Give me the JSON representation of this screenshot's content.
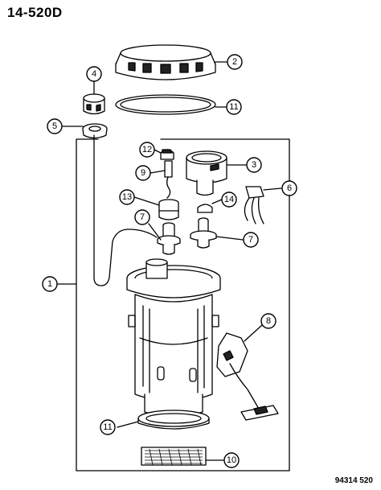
{
  "header": {
    "title": "14-520D"
  },
  "footer": {
    "figure_code": "94314 520"
  },
  "callouts": [
    {
      "id": "1",
      "label": "1"
    },
    {
      "id": "2",
      "label": "2"
    },
    {
      "id": "3",
      "label": "3"
    },
    {
      "id": "4",
      "label": "4"
    },
    {
      "id": "5",
      "label": "5"
    },
    {
      "id": "6",
      "label": "6"
    },
    {
      "id": "7a",
      "label": "7"
    },
    {
      "id": "7b",
      "label": "7"
    },
    {
      "id": "8",
      "label": "8"
    },
    {
      "id": "9",
      "label": "9"
    },
    {
      "id": "10",
      "label": "10"
    },
    {
      "id": "11a",
      "label": "11"
    },
    {
      "id": "11b",
      "label": "11"
    },
    {
      "id": "12",
      "label": "12"
    },
    {
      "id": "13",
      "label": "13"
    },
    {
      "id": "14",
      "label": "14"
    }
  ],
  "colors": {
    "line": "#000000",
    "background": "#ffffff"
  }
}
